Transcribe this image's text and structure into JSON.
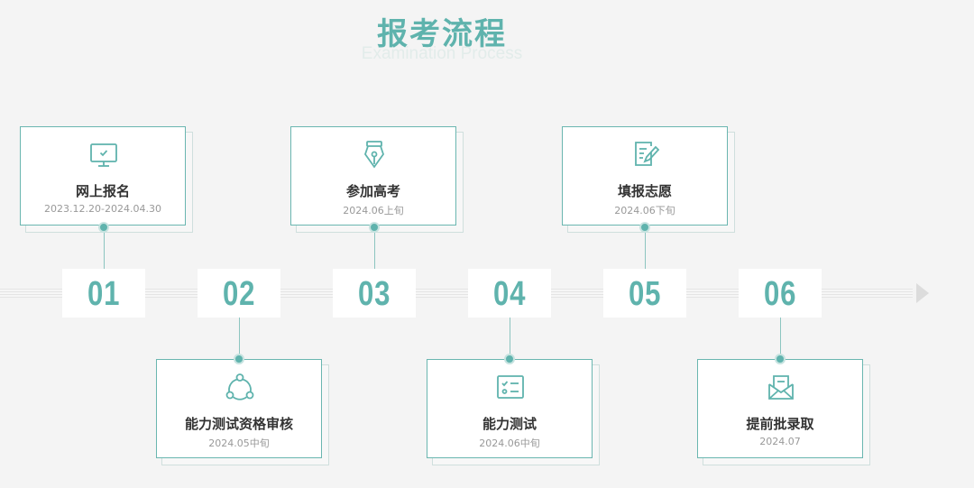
{
  "header": {
    "title": "报考流程",
    "subtitle": "Examination Process"
  },
  "steps": [
    {
      "number": "01",
      "label": "网上报名",
      "date": "2023.12.20-2024.04.30",
      "icon": "monitor-check-icon"
    },
    {
      "number": "02",
      "label": "能力测试资格审核",
      "date": "2024.05中旬",
      "icon": "share-network-icon"
    },
    {
      "number": "03",
      "label": "参加高考",
      "date": "2024.06上旬",
      "icon": "pen-nib-icon"
    },
    {
      "number": "04",
      "label": "能力测试",
      "date": "2024.06中旬",
      "icon": "checklist-icon"
    },
    {
      "number": "05",
      "label": "填报志愿",
      "date": "2024.06下旬",
      "icon": "edit-document-icon"
    },
    {
      "number": "06",
      "label": "提前批录取",
      "date": "2024.07",
      "icon": "envelope-open-icon"
    }
  ],
  "colors": {
    "accent": "#5fb3ad",
    "border": "#6ab6b0",
    "text": "#333333",
    "muted": "#999999",
    "background": "#f4f4f4"
  }
}
